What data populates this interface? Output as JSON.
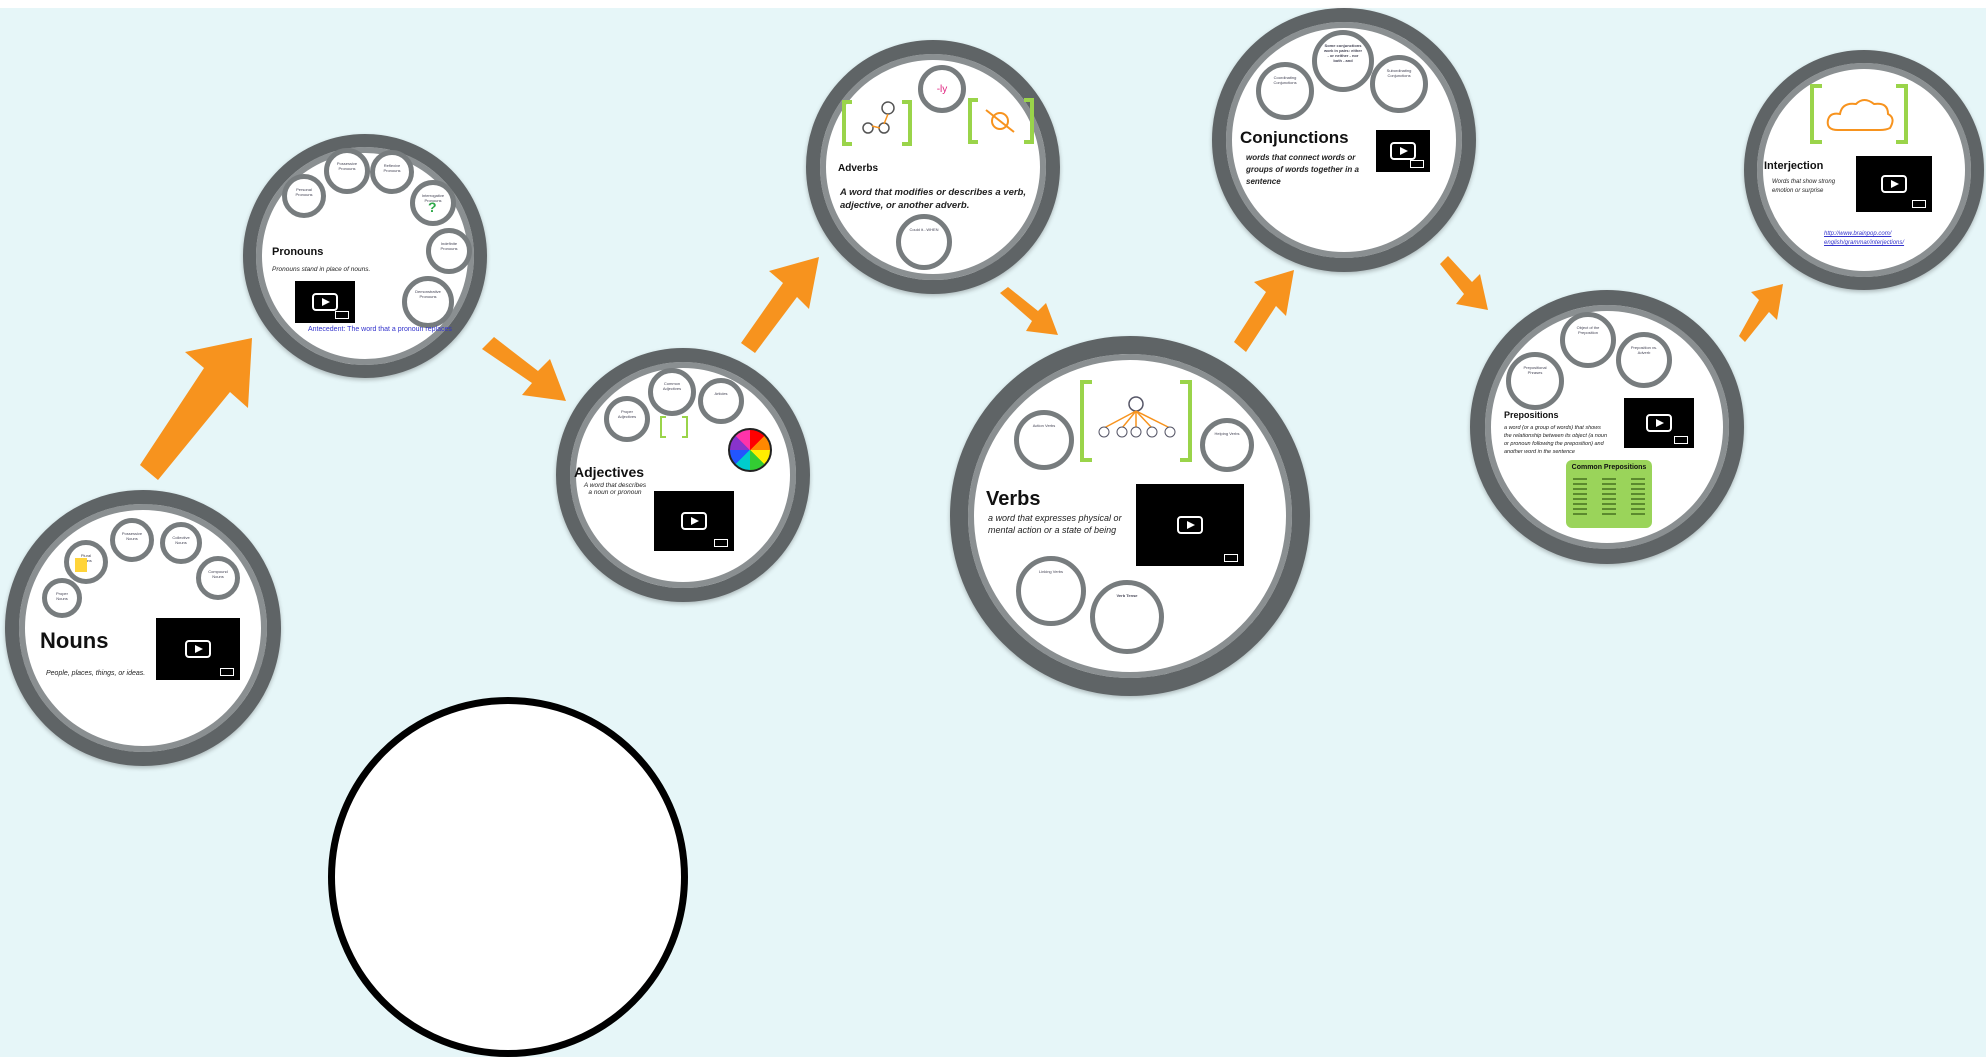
{
  "colors": {
    "background": "#e6f6f8",
    "ring": "#5f6466",
    "arrow": "#f7931e",
    "bracket": "#9ad44a",
    "link": "#3333cc",
    "video": "#000000"
  },
  "nodes": {
    "nouns": {
      "title": "Nouns",
      "definition": "People, places, things, or ideas."
    },
    "pronouns": {
      "title": "Pronouns",
      "definition": "Pronouns stand in place of nouns.",
      "antecedent": "Antecedent: The word that a pronoun replaces"
    },
    "adjectives": {
      "title": "Adjectives",
      "definition": "A word that describes a noun or pronoun"
    },
    "adverbs": {
      "title": "Adverbs",
      "definition": "A word that modifies or describes a verb, adjective, or another adverb.",
      "suffix": "-ly",
      "question": "Could it...WHEN"
    },
    "verbs": {
      "title": "Verbs",
      "definition": "a word that expresses physical or mental action or a state of being",
      "sub1": "Verb Tense",
      "sub2": "Linking Verbs"
    },
    "conjunctions": {
      "title": "Conjunctions",
      "definition": "words that connect words or groups of words together in a sentence",
      "sub1": "Some conjunctions work in pairs: either - or neither - nor both - and"
    },
    "prepositions": {
      "title": "Prepositions",
      "definition": "a word (or a group of words) that shows the relationship between its object (a noun or pronoun following the preposition) and another word in the sentence",
      "box_title": "Common Prepositions"
    },
    "interjection": {
      "title": "Interjection",
      "definition": "Words that show strong emotion or surprise",
      "link_line1": "http://www.brainpop.com/",
      "link_line2": "english/grammar/interjections/"
    }
  },
  "icons": [
    "play-icon",
    "color-wheel-icon",
    "cloud-icon",
    "question-mark-icon",
    "arrow-icon"
  ]
}
